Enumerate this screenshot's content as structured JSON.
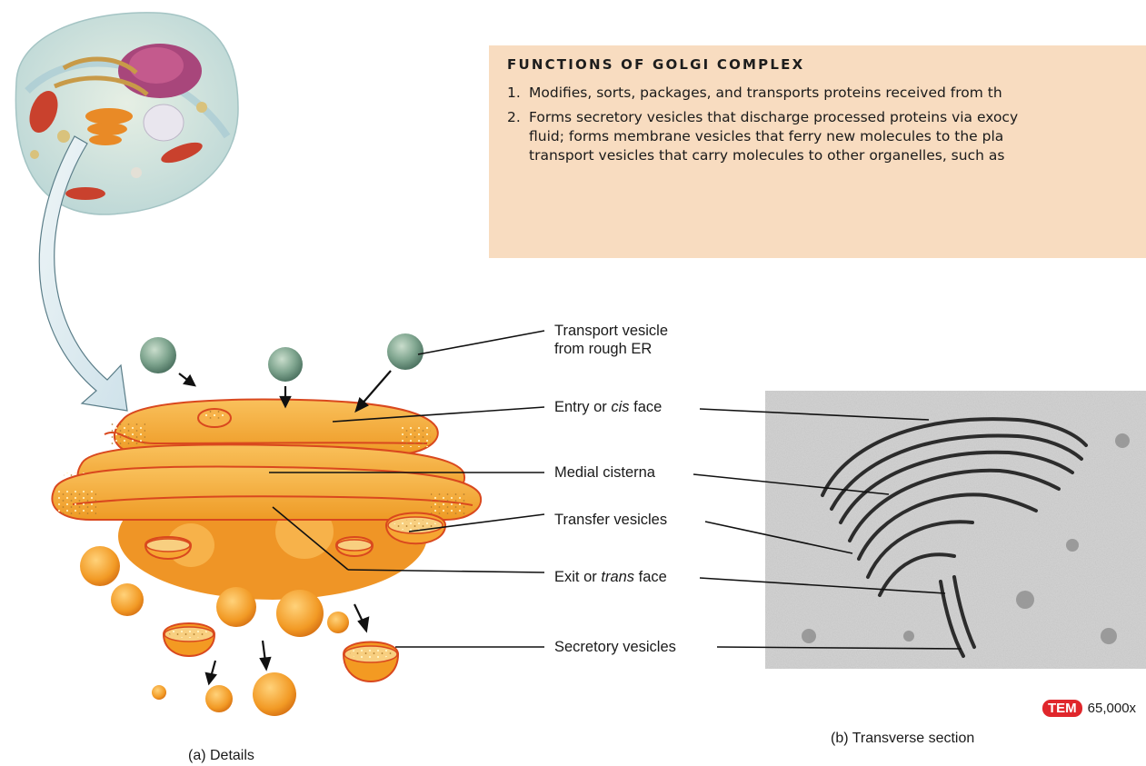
{
  "functions": {
    "title": "FUNCTIONS OF GOLGI COMPLEX",
    "items": [
      {
        "num": "1.",
        "lines": [
          "Modifies, sorts, packages, and transports proteins received from th"
        ]
      },
      {
        "num": "2.",
        "lines": [
          "Forms secretory vesicles that discharge processed proteins via exocy",
          "fluid; forms membrane vesicles that ferry new molecules to the pla",
          "transport vesicles that carry molecules to other organelles, such as"
        ]
      }
    ]
  },
  "labels": {
    "transport_vesicle_1": "Transport vesicle",
    "transport_vesicle_2": "from rough ER",
    "entry_prefix": "Entry or ",
    "entry_italic": "cis",
    "entry_suffix": " face",
    "medial": "Medial cisterna",
    "transfer": "Transfer vesicles",
    "exit_prefix": "Exit or ",
    "exit_italic": "trans",
    "exit_suffix": " face",
    "secretory": "Secretory vesicles"
  },
  "captions": {
    "a": "(a) Details",
    "b": "(b) Transverse section"
  },
  "micrograph": {
    "badge": "TEM",
    "magnification": "65,000x"
  },
  "colors": {
    "box_fill": "#f8dcc0",
    "golgi_orange": "#f3a12c",
    "golgi_edge": "#d9481e",
    "vesicle_green": "#7fa58f",
    "tem_red": "#e0262b"
  }
}
